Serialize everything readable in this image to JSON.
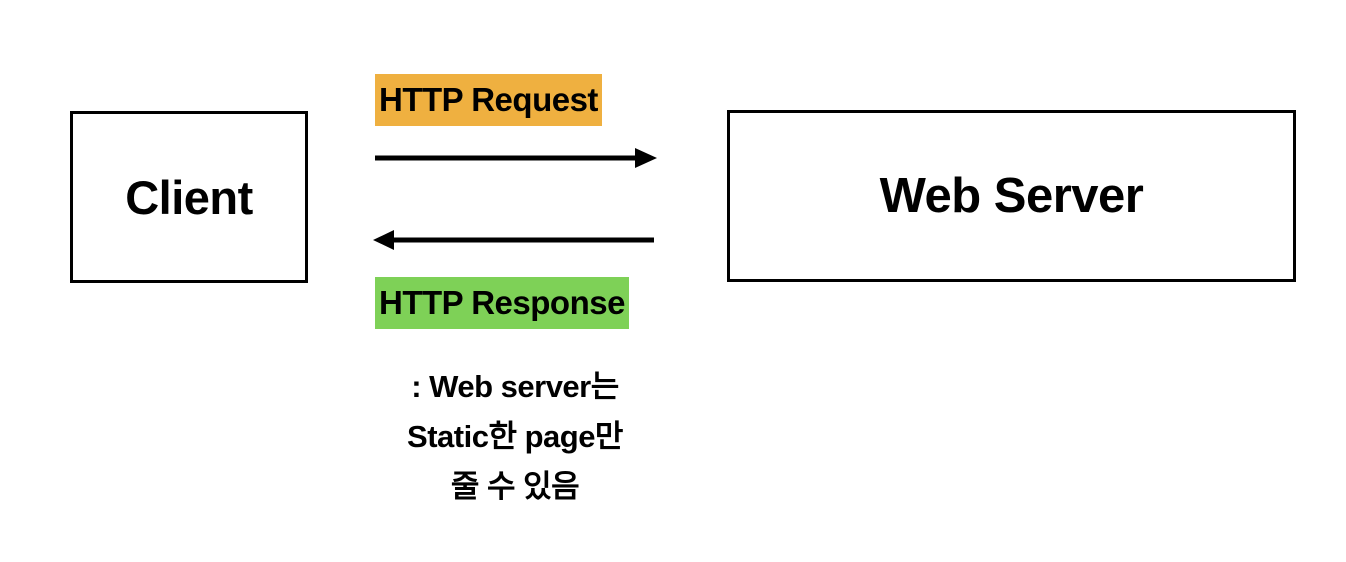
{
  "diagram": {
    "title": "HTTP request/response between Client and Web Server",
    "background_color": "#ffffff",
    "stroke_color": "#000000"
  },
  "nodes": [
    {
      "id": "client",
      "label": "Client"
    },
    {
      "id": "web-server",
      "label": "Web Server"
    }
  ],
  "messages": [
    {
      "id": "request",
      "label": "HTTP Request",
      "direction": "client-to-server",
      "highlight_color": "#efb040",
      "arrow_icon": "arrow-right-icon"
    },
    {
      "id": "response",
      "label": "HTTP Response",
      "direction": "server-to-client",
      "highlight_color": "#7ed157",
      "arrow_icon": "arrow-left-icon"
    }
  ],
  "caption": {
    "lines": [
      ": Web server는",
      "Static한 page만",
      "줄 수 있음"
    ]
  }
}
